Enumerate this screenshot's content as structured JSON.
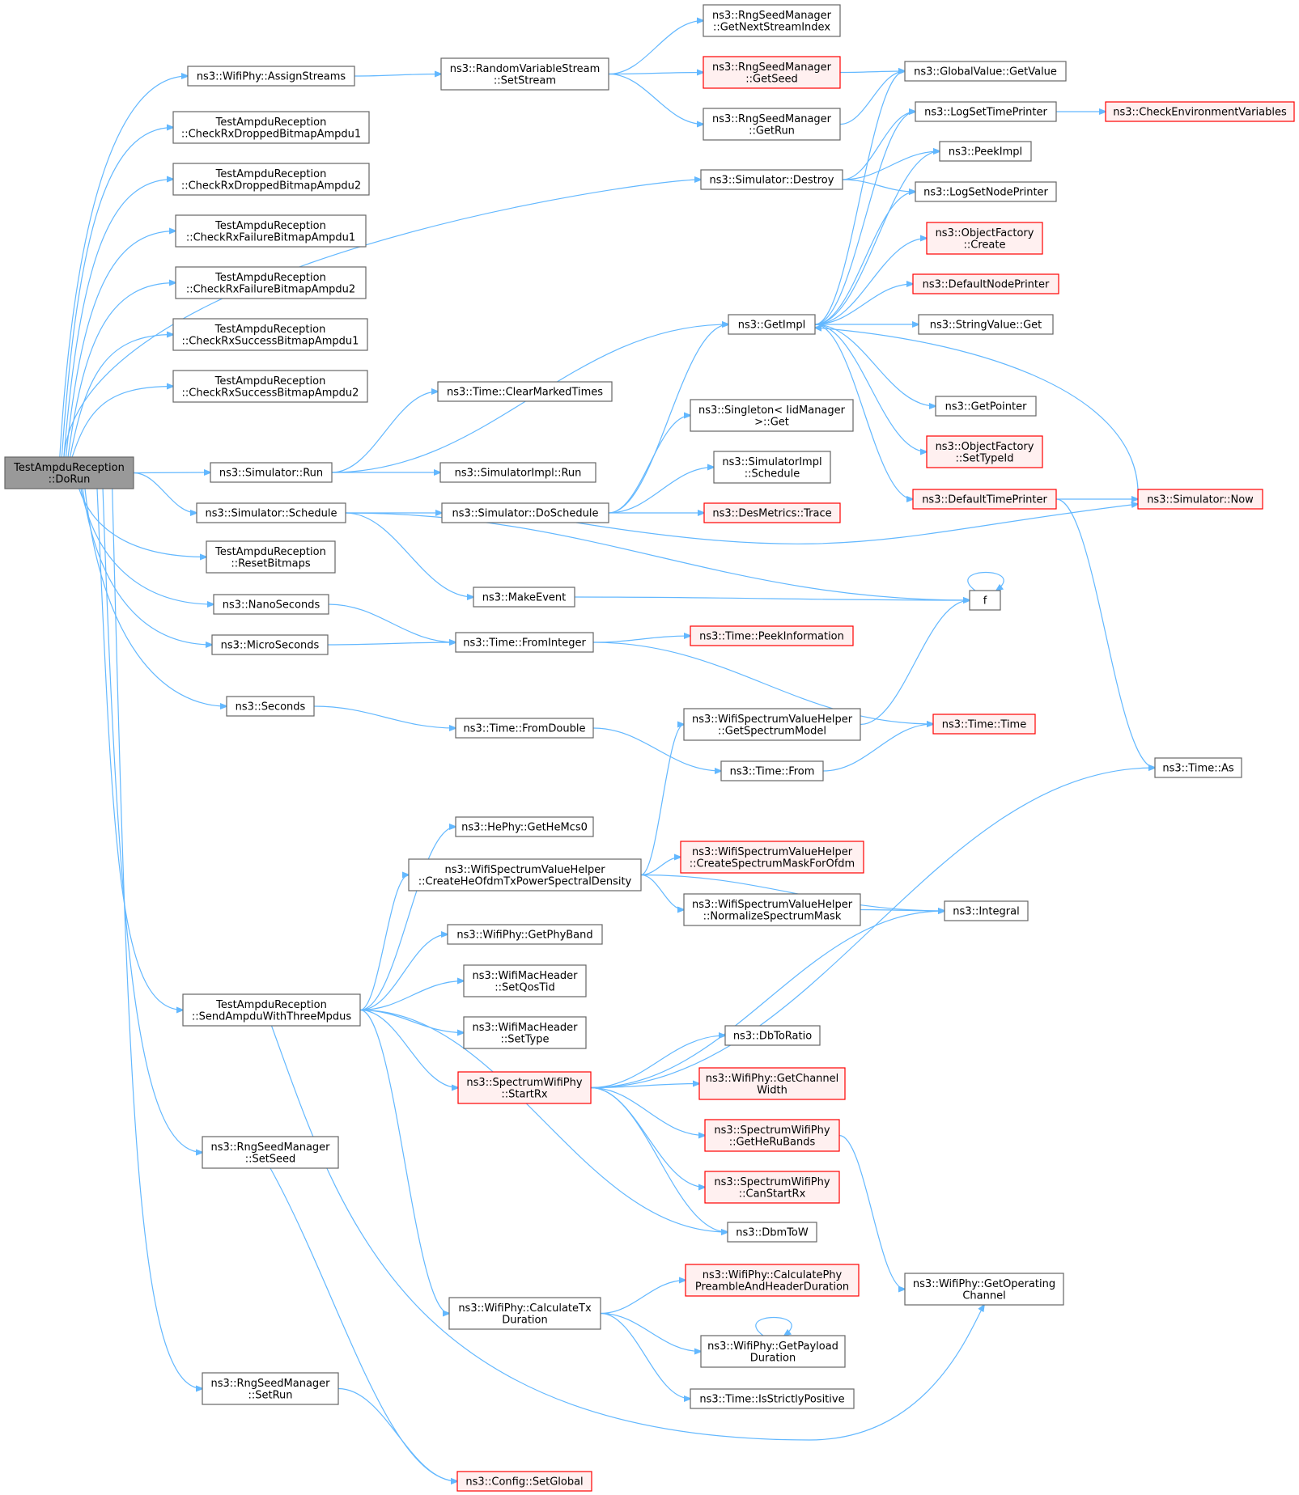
{
  "colors": {
    "edge": "#63b8ff",
    "node_border_default": "#666666",
    "node_fill_default": "#ffffff",
    "node_border_highlight": "#ff0000",
    "node_fill_highlight": "#fff0f0",
    "node_fill_root": "#999999",
    "node_border_root": "#666666",
    "text": "#000000"
  },
  "nodes": {
    "root": {
      "lines": [
        "TestAmpduReception",
        "::DoRun"
      ],
      "style": "root"
    },
    "assignStreams": {
      "lines": [
        "ns3::WifiPhy::AssignStreams"
      ],
      "style": "normal"
    },
    "chkRxDrop1": {
      "lines": [
        "TestAmpduReception",
        "::CheckRxDroppedBitmapAmpdu1"
      ],
      "style": "normal"
    },
    "chkRxDrop2": {
      "lines": [
        "TestAmpduReception",
        "::CheckRxDroppedBitmapAmpdu2"
      ],
      "style": "normal"
    },
    "chkRxFail1": {
      "lines": [
        "TestAmpduReception",
        "::CheckRxFailureBitmapAmpdu1"
      ],
      "style": "normal"
    },
    "chkRxFail2": {
      "lines": [
        "TestAmpduReception",
        "::CheckRxFailureBitmapAmpdu2"
      ],
      "style": "normal"
    },
    "chkRxSucc1": {
      "lines": [
        "TestAmpduReception",
        "::CheckRxSuccessBitmapAmpdu1"
      ],
      "style": "normal"
    },
    "chkRxSucc2": {
      "lines": [
        "TestAmpduReception",
        "::CheckRxSuccessBitmapAmpdu2"
      ],
      "style": "normal"
    },
    "simRun": {
      "lines": [
        "ns3::Simulator::Run"
      ],
      "style": "normal"
    },
    "simSchedule": {
      "lines": [
        "ns3::Simulator::Schedule"
      ],
      "style": "normal"
    },
    "resetBitmaps": {
      "lines": [
        "TestAmpduReception",
        "::ResetBitmaps"
      ],
      "style": "normal"
    },
    "nanoSeconds": {
      "lines": [
        "ns3::NanoSeconds"
      ],
      "style": "normal"
    },
    "microSeconds": {
      "lines": [
        "ns3::MicroSeconds"
      ],
      "style": "normal"
    },
    "seconds": {
      "lines": [
        "ns3::Seconds"
      ],
      "style": "normal"
    },
    "sendAmpdu": {
      "lines": [
        "TestAmpduReception",
        "::SendAmpduWithThreeMpdus"
      ],
      "style": "normal"
    },
    "rngSetSeed": {
      "lines": [
        "ns3::RngSeedManager",
        "::SetSeed"
      ],
      "style": "normal"
    },
    "rngSetRun": {
      "lines": [
        "ns3::RngSeedManager",
        "::SetRun"
      ],
      "style": "normal"
    },
    "rvsSetStream": {
      "lines": [
        "ns3::RandomVariableStream",
        "::SetStream"
      ],
      "style": "normal"
    },
    "timeClearMarked": {
      "lines": [
        "ns3::Time::ClearMarkedTimes"
      ],
      "style": "normal"
    },
    "simImplRun": {
      "lines": [
        "ns3::SimulatorImpl::Run"
      ],
      "style": "normal"
    },
    "simDoSchedule": {
      "lines": [
        "ns3::Simulator::DoSchedule"
      ],
      "style": "normal"
    },
    "makeEvent": {
      "lines": [
        "ns3::MakeEvent"
      ],
      "style": "normal"
    },
    "timeFromInteger": {
      "lines": [
        "ns3::Time::FromInteger"
      ],
      "style": "normal"
    },
    "timeFromDouble": {
      "lines": [
        "ns3::Time::FromDouble"
      ],
      "style": "normal"
    },
    "heGetHeMcs0": {
      "lines": [
        "ns3::HePhy::GetHeMcs0"
      ],
      "style": "normal"
    },
    "createHeOfdm": {
      "lines": [
        "ns3::WifiSpectrumValueHelper",
        "::CreateHeOfdmTxPowerSpectralDensity"
      ],
      "style": "normal"
    },
    "getPhyBand": {
      "lines": [
        "ns3::WifiPhy::GetPhyBand"
      ],
      "style": "normal"
    },
    "setQosTid": {
      "lines": [
        "ns3::WifiMacHeader",
        "::SetQosTid"
      ],
      "style": "normal"
    },
    "setType": {
      "lines": [
        "ns3::WifiMacHeader",
        "::SetType"
      ],
      "style": "normal"
    },
    "startRx": {
      "lines": [
        "ns3::SpectrumWifiPhy",
        "::StartRx"
      ],
      "style": "highlight"
    },
    "calcTxDuration": {
      "lines": [
        "ns3::WifiPhy::CalculateTx",
        "Duration"
      ],
      "style": "normal"
    },
    "configSetGlobal": {
      "lines": [
        "ns3::Config::SetGlobal"
      ],
      "style": "highlight"
    },
    "rngGetNextStream": {
      "lines": [
        "ns3::RngSeedManager",
        "::GetNextStreamIndex"
      ],
      "style": "normal"
    },
    "rngGetSeed": {
      "lines": [
        "ns3::RngSeedManager",
        "::GetSeed"
      ],
      "style": "highlight"
    },
    "rngGetRun": {
      "lines": [
        "ns3::RngSeedManager",
        "::GetRun"
      ],
      "style": "normal"
    },
    "simDestroy": {
      "lines": [
        "ns3::Simulator::Destroy"
      ],
      "style": "normal"
    },
    "getImpl": {
      "lines": [
        "ns3::GetImpl"
      ],
      "style": "normal"
    },
    "singletonGet": {
      "lines": [
        "ns3::Singleton< IidManager",
        ">::Get"
      ],
      "style": "normal"
    },
    "simImplSchedule": {
      "lines": [
        "ns3::SimulatorImpl",
        "::Schedule"
      ],
      "style": "normal"
    },
    "desMetricsTrace": {
      "lines": [
        "ns3::DesMetrics::Trace"
      ],
      "style": "highlight"
    },
    "timePeekInfo": {
      "lines": [
        "ns3::Time::PeekInformation"
      ],
      "style": "highlight"
    },
    "getSpectrumModel": {
      "lines": [
        "ns3::WifiSpectrumValueHelper",
        "::GetSpectrumModel"
      ],
      "style": "normal"
    },
    "timeFrom": {
      "lines": [
        "ns3::Time::From"
      ],
      "style": "normal"
    },
    "createMaskOfdm": {
      "lines": [
        "ns3::WifiSpectrumValueHelper",
        "::CreateSpectrumMaskForOfdm"
      ],
      "style": "highlight"
    },
    "normalizeMask": {
      "lines": [
        "ns3::WifiSpectrumValueHelper",
        "::NormalizeSpectrumMask"
      ],
      "style": "normal"
    },
    "dbToRatio": {
      "lines": [
        "ns3::DbToRatio"
      ],
      "style": "normal"
    },
    "getChannelWidth": {
      "lines": [
        "ns3::WifiPhy::GetChannel",
        "Width"
      ],
      "style": "highlight"
    },
    "getHeRuBands": {
      "lines": [
        "ns3::SpectrumWifiPhy",
        "::GetHeRuBands"
      ],
      "style": "highlight"
    },
    "canStartRx": {
      "lines": [
        "ns3::SpectrumWifiPhy",
        "::CanStartRx"
      ],
      "style": "highlight"
    },
    "dbmToW": {
      "lines": [
        "ns3::DbmToW"
      ],
      "style": "normal"
    },
    "calcPreamble": {
      "lines": [
        "ns3::WifiPhy::CalculatePhy",
        "PreambleAndHeaderDuration"
      ],
      "style": "highlight"
    },
    "getPayloadDur": {
      "lines": [
        "ns3::WifiPhy::GetPayload",
        "Duration"
      ],
      "style": "normal"
    },
    "isStrictlyPos": {
      "lines": [
        "ns3::Time::IsStrictlyPositive"
      ],
      "style": "normal"
    },
    "globalGetValue": {
      "lines": [
        "ns3::GlobalValue::GetValue"
      ],
      "style": "normal"
    },
    "logSetTimePrinter": {
      "lines": [
        "ns3::LogSetTimePrinter"
      ],
      "style": "normal"
    },
    "peekImpl": {
      "lines": [
        "ns3::PeekImpl"
      ],
      "style": "normal"
    },
    "logSetNodePrinter": {
      "lines": [
        "ns3::LogSetNodePrinter"
      ],
      "style": "normal"
    },
    "objFactoryCreate": {
      "lines": [
        "ns3::ObjectFactory",
        "::Create"
      ],
      "style": "highlight"
    },
    "defaultNodePrinter": {
      "lines": [
        "ns3::DefaultNodePrinter"
      ],
      "style": "highlight"
    },
    "stringValueGet": {
      "lines": [
        "ns3::StringValue::Get"
      ],
      "style": "normal"
    },
    "getPointer": {
      "lines": [
        "ns3::GetPointer"
      ],
      "style": "normal"
    },
    "objFactorySetTypeId": {
      "lines": [
        "ns3::ObjectFactory",
        "::SetTypeId"
      ],
      "style": "highlight"
    },
    "defaultTimePrinter": {
      "lines": [
        "ns3::DefaultTimePrinter"
      ],
      "style": "highlight"
    },
    "f": {
      "lines": [
        "f"
      ],
      "style": "normal"
    },
    "timeTime": {
      "lines": [
        "ns3::Time::Time"
      ],
      "style": "highlight"
    },
    "integral": {
      "lines": [
        "ns3::Integral"
      ],
      "style": "normal"
    },
    "getOperatingChannel": {
      "lines": [
        "ns3::WifiPhy::GetOperating",
        "Channel"
      ],
      "style": "normal"
    },
    "checkEnvVars": {
      "lines": [
        "ns3::CheckEnvironmentVariables"
      ],
      "style": "highlight"
    },
    "simNow": {
      "lines": [
        "ns3::Simulator::Now"
      ],
      "style": "highlight"
    },
    "timeAs": {
      "lines": [
        "ns3::Time::As"
      ],
      "style": "normal"
    }
  }
}
